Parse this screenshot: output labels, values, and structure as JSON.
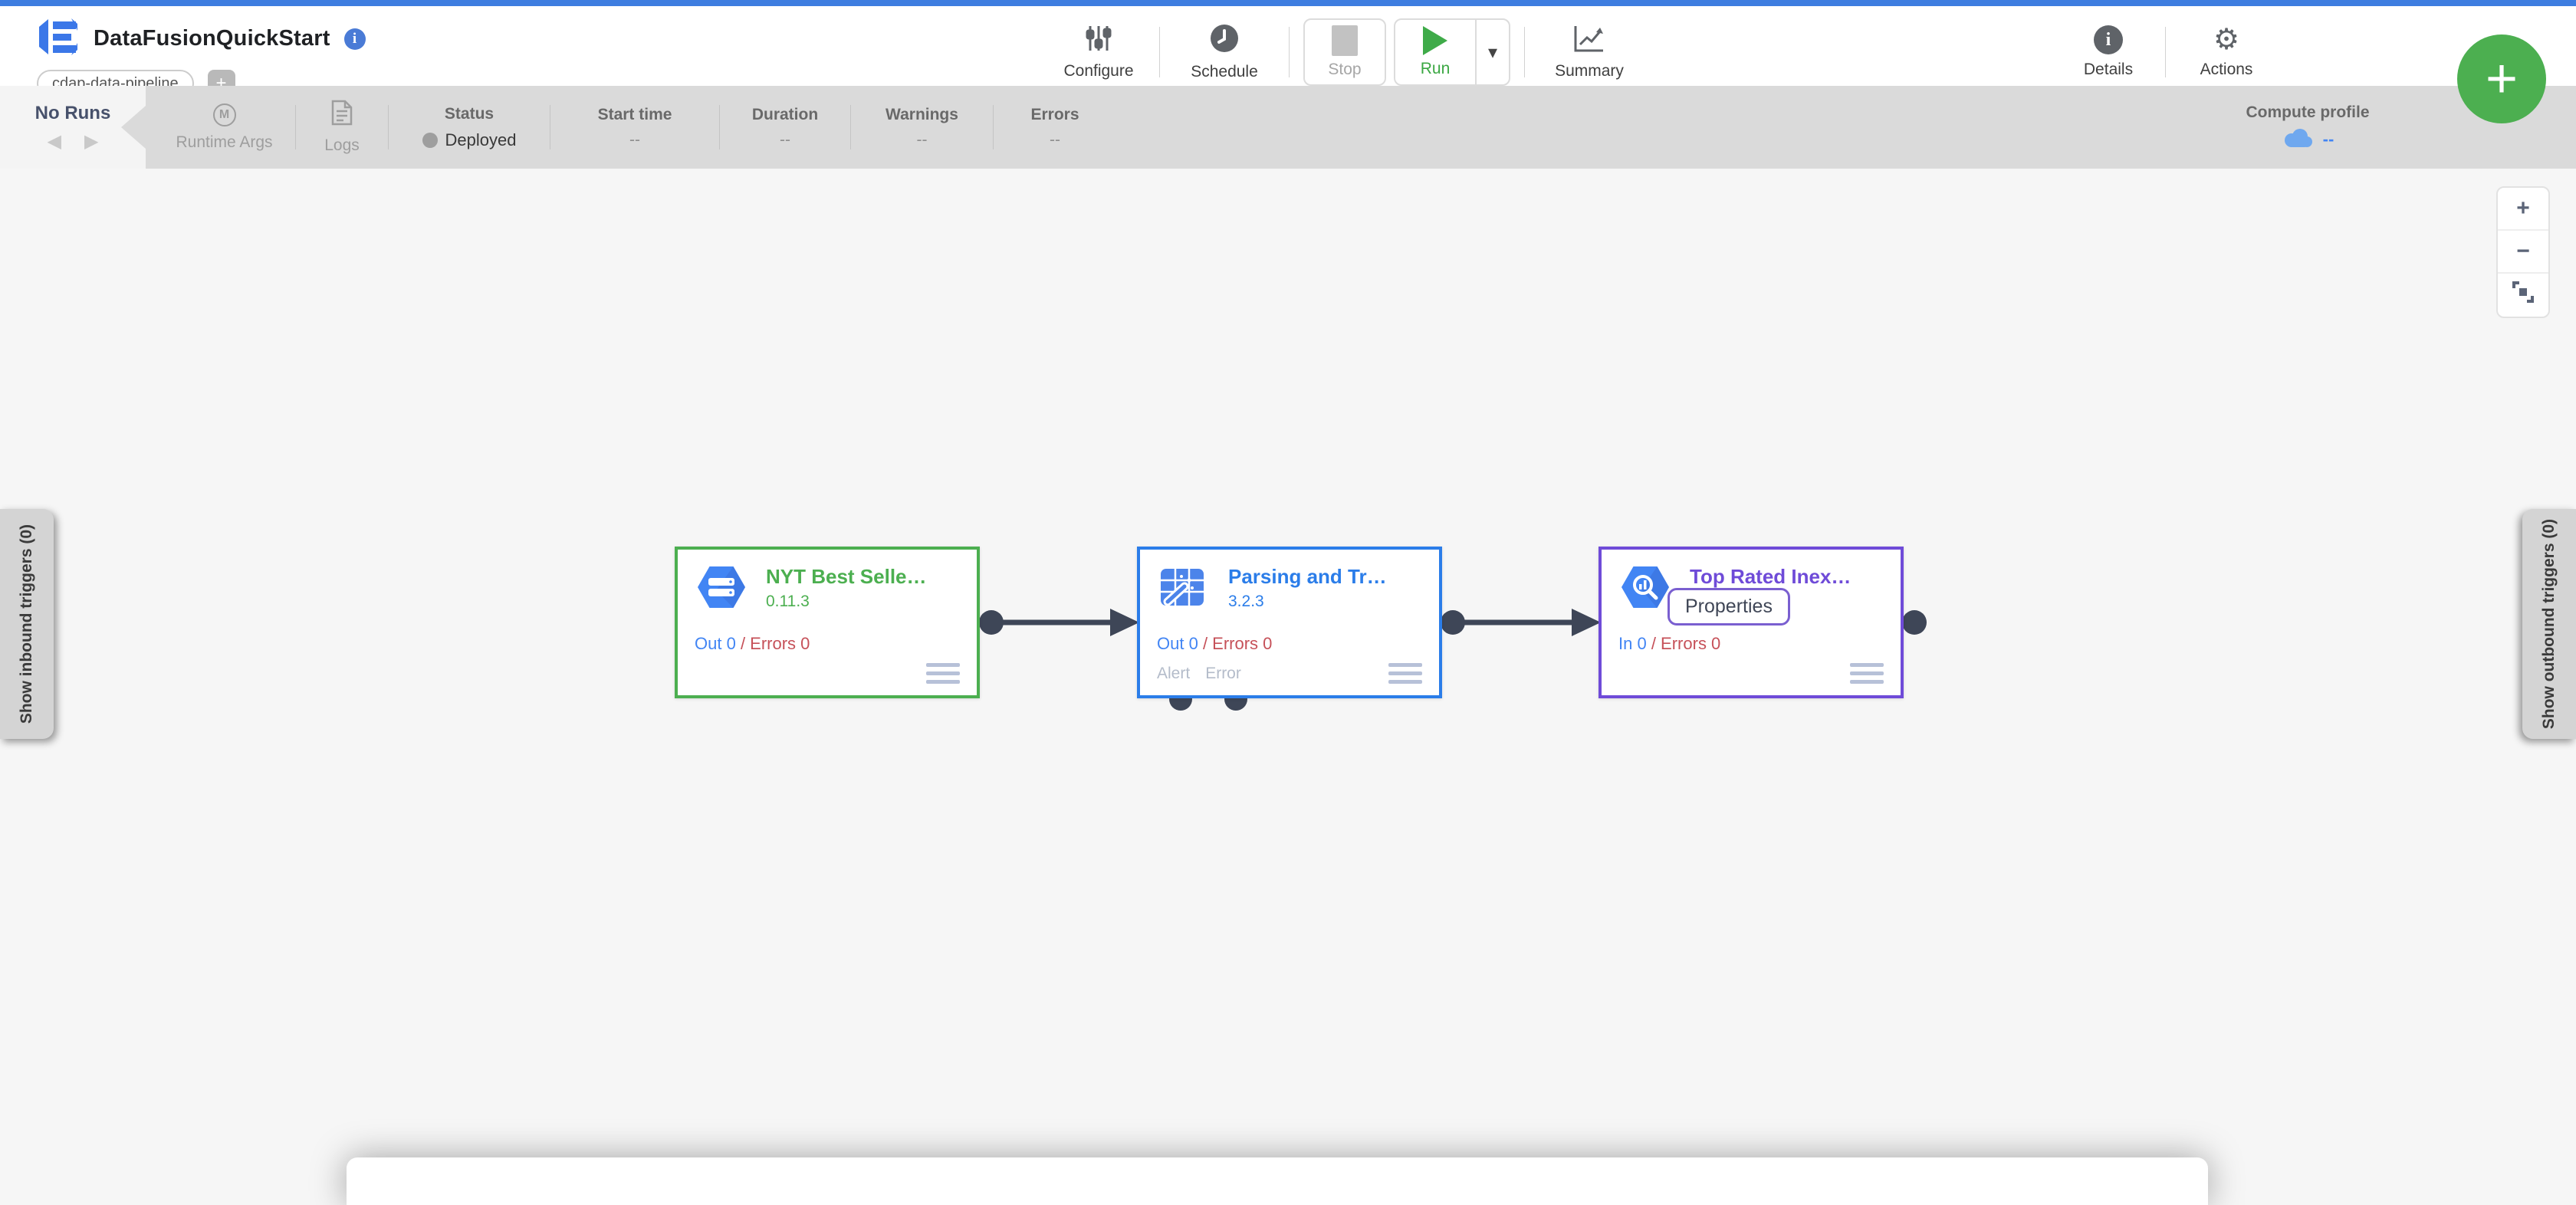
{
  "app": {
    "title": "DataFusionQuickStart",
    "tag": "cdap-data-pipeline",
    "add_tag_label": "+",
    "add_entity_label": "+"
  },
  "toolbar": {
    "configure": "Configure",
    "schedule": "Schedule",
    "stop": "Stop",
    "run": "Run",
    "run_caret": "▾",
    "summary": "Summary",
    "details": "Details",
    "actions": "Actions",
    "actions_gear": "⚙"
  },
  "runbar": {
    "runs_label": "No Runs",
    "prev_arrow": "◀",
    "next_arrow": "▶",
    "runtime_args": "Runtime Args",
    "runtime_args_icon": "M",
    "logs": "Logs",
    "status_label": "Status",
    "status_value": "Deployed",
    "start_time_label": "Start time",
    "start_time_value": "--",
    "duration_label": "Duration",
    "duration_value": "--",
    "warnings_label": "Warnings",
    "warnings_value": "--",
    "errors_label": "Errors",
    "errors_value": "--",
    "compute_profile_label": "Compute profile",
    "compute_profile_value": "--"
  },
  "canvas": {
    "zoom_in": "+",
    "zoom_out": "−",
    "inbound_triggers": "Show inbound triggers (0)",
    "outbound_triggers": "Show outbound triggers (0)",
    "nodes": [
      {
        "title": "NYT Best Selle…",
        "version": "0.11.3",
        "stats_left": "Out 0",
        "stats_right": "/ Errors 0",
        "icon": "datastore-hexagon-icon",
        "accent": "#4caf50"
      },
      {
        "title": "Parsing and Tr…",
        "version": "3.2.3",
        "stats_left": "Out 0",
        "stats_right": "/ Errors 0",
        "alert_label": "Alert",
        "error_label": "Error",
        "icon": "wrangler-grid-wand-icon",
        "accent": "#2b7de9"
      },
      {
        "title": "Top Rated Inex…",
        "properties_label": "Properties",
        "stats_left": "In 0",
        "stats_right": "/ Errors 0",
        "icon": "bigquery-hexagon-icon",
        "accent": "#6f4bd8"
      }
    ]
  },
  "colors": {
    "top_strip": "#3e7de0",
    "accent_blue": "#4285f4",
    "run_green": "#3fab49",
    "fab_green": "#4caf50",
    "error_red": "#c65159",
    "bar_gray": "#dadada",
    "canvas_gray": "#f6f6f6",
    "port_slate": "#3e4657"
  }
}
